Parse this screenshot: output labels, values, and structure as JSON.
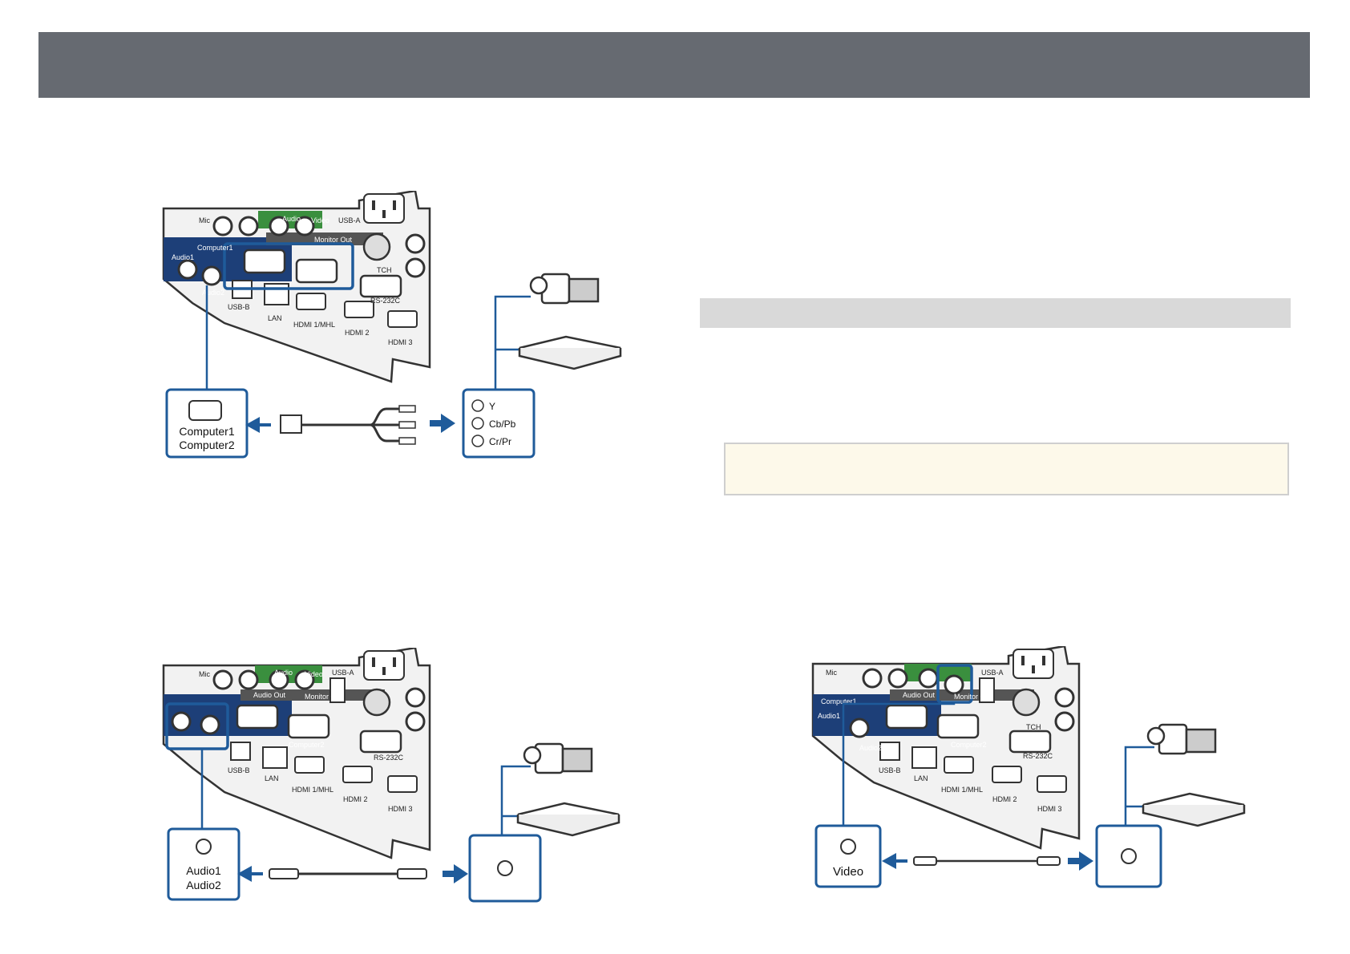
{
  "colors": {
    "header": "#666a71",
    "accent_blue": "#1f5b9a",
    "panel_dark": "#1d3f78",
    "audio_green": "#3a8f3e",
    "note_bg": "#fdf9ea",
    "section_bg": "#d9d9d9"
  },
  "panel": {
    "mic": "Mic",
    "audio": "Audio",
    "video": "Video",
    "usb_a": "USB-A",
    "audio1": "Audio1",
    "audio2": "Audio2",
    "computer1": "Computer1",
    "computer2": "Computer2",
    "audio_out": "Audio Out",
    "monitor_out": "Monitor Out",
    "usb_b": "USB-B",
    "lan": "LAN",
    "hdmi1": "HDMI 1/MHL",
    "hdmi2": "HDMI 2",
    "hdmi3": "HDMI 3",
    "rs232c": "RS-232C",
    "tch": "TCH"
  },
  "diagram1": {
    "port_line1": "Computer1",
    "port_line2": "Computer2",
    "y": "Y",
    "cb": "Cb/Pb",
    "cr": "Cr/Pr"
  },
  "diagram2": {
    "port_line1": "Audio1",
    "port_line2": "Audio2"
  },
  "diagram3": {
    "port_label": "Video"
  }
}
